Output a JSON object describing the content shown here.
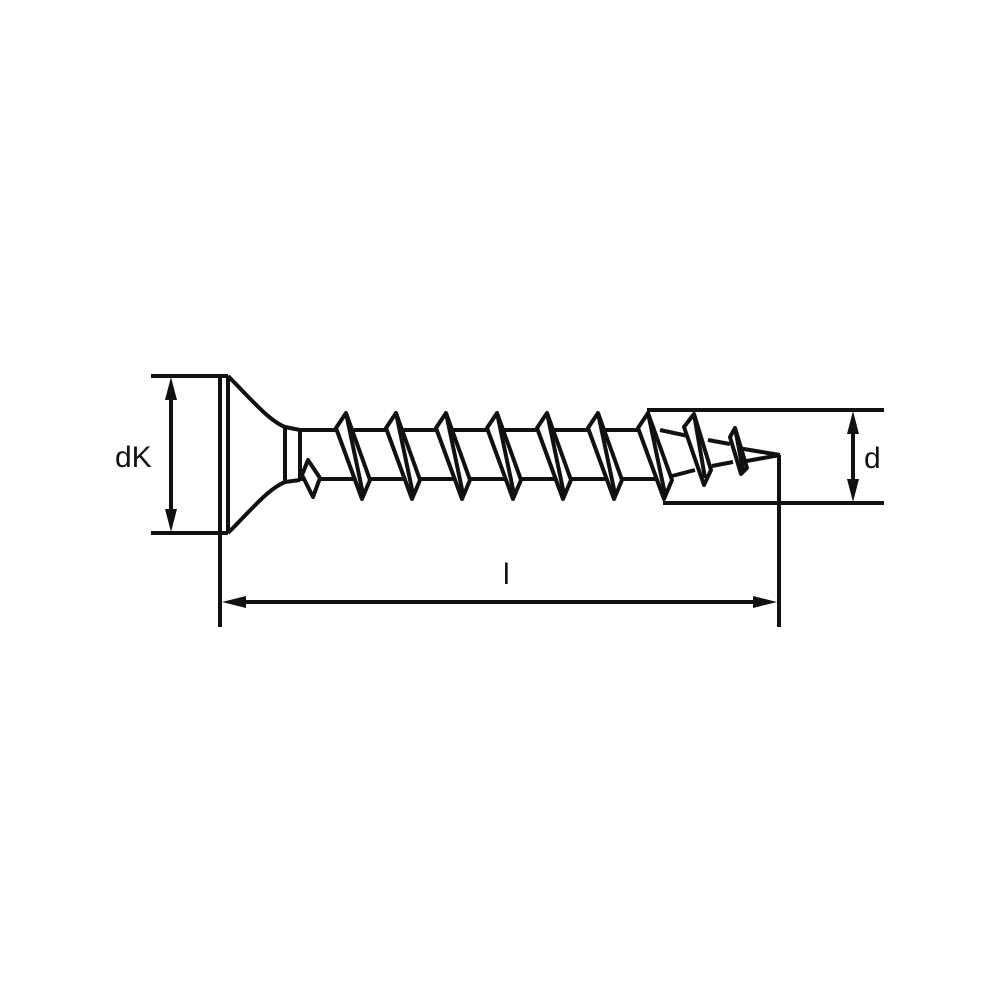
{
  "drawing": {
    "subject": "screw-dimension-drawing",
    "line_color": "#111111",
    "background_color": "#ffffff"
  },
  "dimensions": {
    "head_diameter_label": "dK",
    "thread_diameter_label": "d",
    "length_label": "l"
  }
}
